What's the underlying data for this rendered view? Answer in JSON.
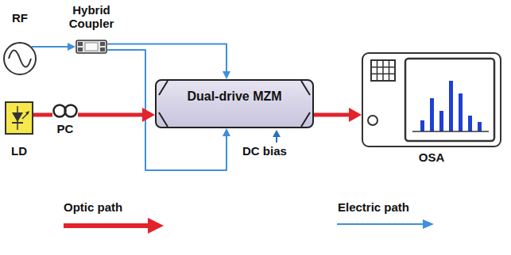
{
  "diagram": {
    "nodes": [
      {
        "text": [
          "RF"
        ]
      },
      {
        "text": [
          "Hybrid Coupler"
        ]
      },
      {
        "text": [
          "LD"
        ]
      },
      {
        "text": [
          "PC"
        ]
      },
      {
        "text": [
          "Dual-drive MZM"
        ]
      },
      {
        "text": [
          "OSA"
        ]
      }
    ],
    "edges": [
      {
        "from": 0,
        "to": 1,
        "arrow": "to"
      },
      {
        "from": 1,
        "to": 4,
        "arrow": "to"
      },
      {
        "from": 1,
        "to": 4,
        "arrow": "to"
      },
      {
        "from": 2,
        "to": 3,
        "arrow": "none"
      },
      {
        "from": 3,
        "to": 4,
        "arrow": "to"
      },
      {
        "from": 4,
        "to": 5,
        "arrow": "to"
      }
    ],
    "labels": [
      "DC bias"
    ],
    "legend": [
      {
        "text": "Optic path"
      },
      {
        "text": "Electric path"
      }
    ]
  }
}
